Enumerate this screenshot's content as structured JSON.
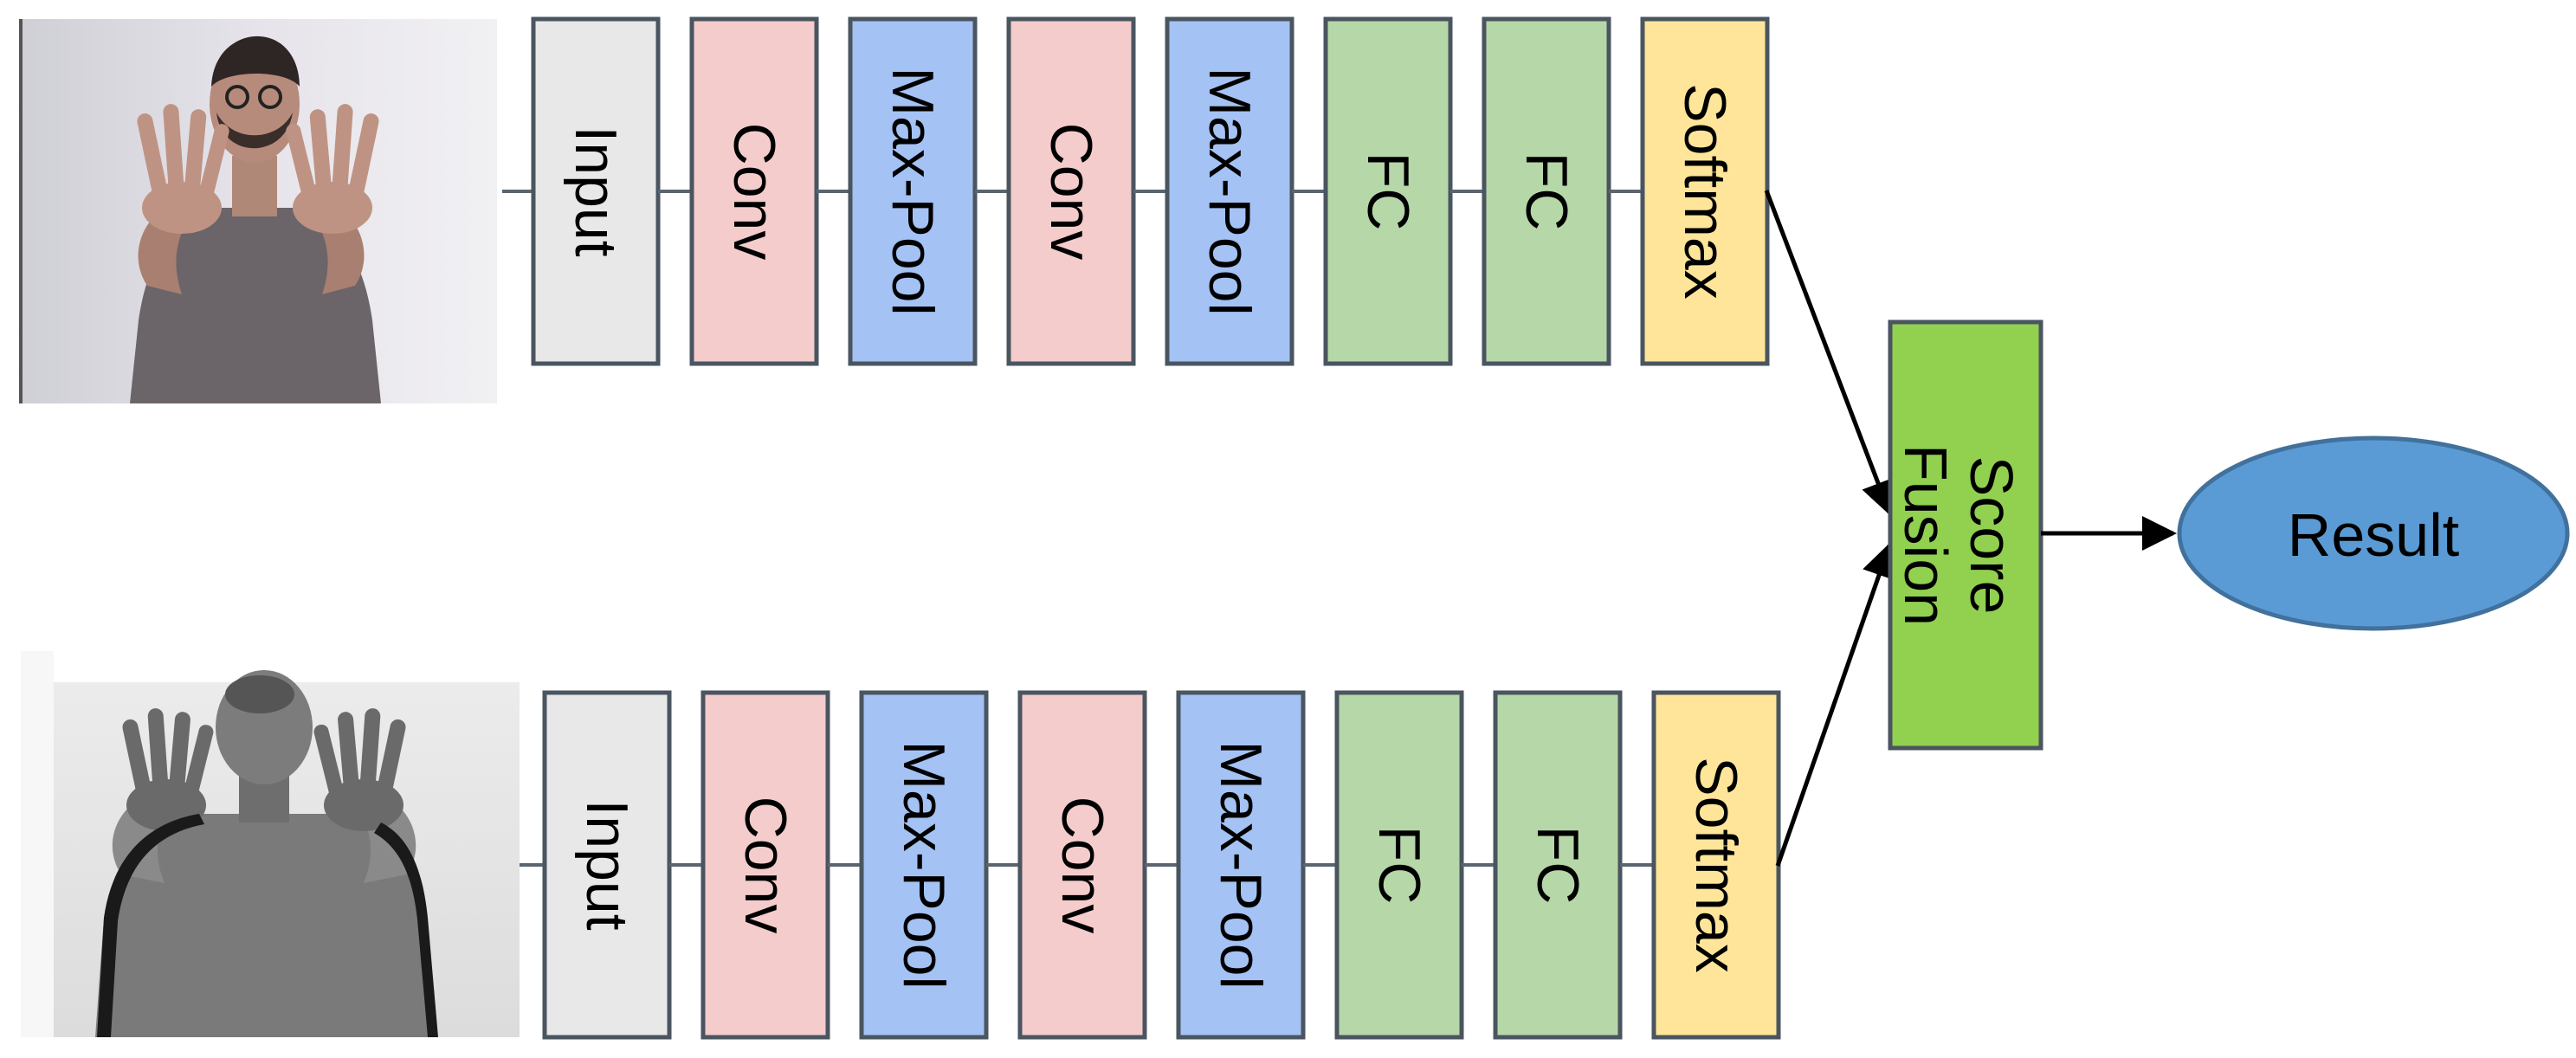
{
  "colors": {
    "input": "#e8e8e8",
    "conv": "#f4cccc",
    "pool": "#a4c2f4",
    "fc": "#b6d7a8",
    "softmax": "#ffe599",
    "fusion": "#92d050",
    "result": "#5b9bd5",
    "border": "#4a5560",
    "connector": "#5a6570",
    "arrow": "#000000"
  },
  "streams": [
    {
      "name": "rgb-stream",
      "image": "rgb-gesture-photo",
      "layers": [
        {
          "label": "Input",
          "kind": "input"
        },
        {
          "label": "Conv",
          "kind": "conv"
        },
        {
          "label": "Max-Pool",
          "kind": "pool"
        },
        {
          "label": "Conv",
          "kind": "conv"
        },
        {
          "label": "Max-Pool",
          "kind": "pool"
        },
        {
          "label": "FC",
          "kind": "fc"
        },
        {
          "label": "FC",
          "kind": "fc"
        },
        {
          "label": "Softmax",
          "kind": "softmax"
        }
      ]
    },
    {
      "name": "depth-stream",
      "image": "depth-gesture-photo",
      "layers": [
        {
          "label": "Input",
          "kind": "input"
        },
        {
          "label": "Conv",
          "kind": "conv"
        },
        {
          "label": "Max-Pool",
          "kind": "pool"
        },
        {
          "label": "Conv",
          "kind": "conv"
        },
        {
          "label": "Max-Pool",
          "kind": "pool"
        },
        {
          "label": "FC",
          "kind": "fc"
        },
        {
          "label": "FC",
          "kind": "fc"
        },
        {
          "label": "Softmax",
          "kind": "softmax"
        }
      ]
    }
  ],
  "fusion": {
    "line1": "Score",
    "line2": "Fusion"
  },
  "result": {
    "label": "Result"
  }
}
